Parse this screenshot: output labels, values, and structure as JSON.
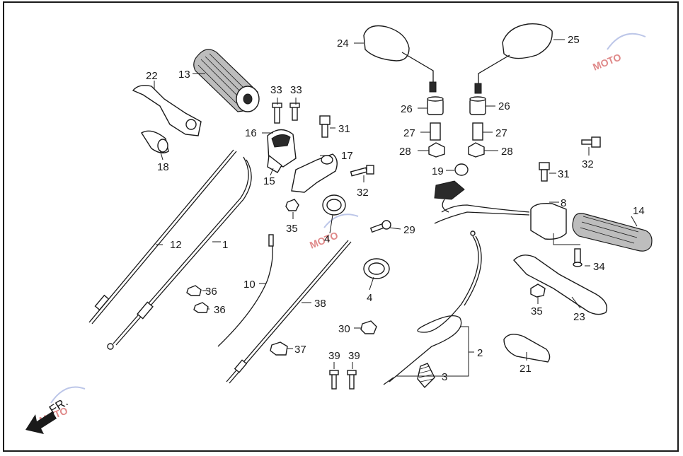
{
  "diagram": {
    "direction_label": "FR.",
    "watermark_text": "MOTO",
    "colors": {
      "line": "#1a1a1a",
      "watermark": "#c62828",
      "background": "#ffffff"
    },
    "labels": {
      "n1": "1",
      "n2": "2",
      "n3": "3",
      "n4a": "4",
      "n4b": "4",
      "n8": "8",
      "n10": "10",
      "n12": "12",
      "n13": "13",
      "n14": "14",
      "n15": "15",
      "n16": "16",
      "n17": "17",
      "n18": "18",
      "n19": "19",
      "n21": "21",
      "n22": "22",
      "n23": "23",
      "n24": "24",
      "n25": "25",
      "n26a": "26",
      "n26b": "26",
      "n27a": "27",
      "n27b": "27",
      "n28a": "28",
      "n28b": "28",
      "n29": "29",
      "n30": "30",
      "n31a": "31",
      "n31b": "31",
      "n32a": "32",
      "n32b": "32",
      "n33a": "33",
      "n33b": "33",
      "n34": "34",
      "n35a": "35",
      "n35b": "35",
      "n36a": "36",
      "n36b": "36",
      "n37": "37",
      "n38": "38",
      "n39a": "39",
      "n39b": "39"
    }
  }
}
